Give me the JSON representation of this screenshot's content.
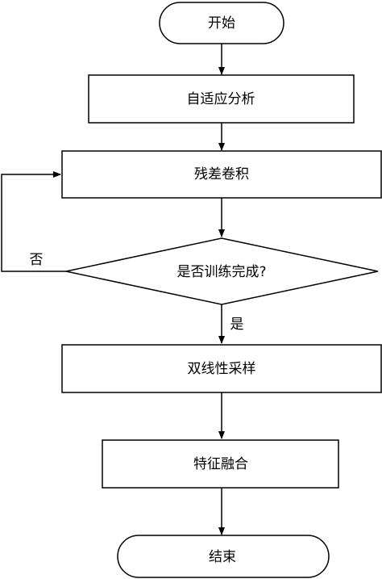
{
  "nodes": {
    "start": "开始",
    "adaptive_analysis": "自适应分析",
    "residual_conv": "残差卷积",
    "decision": "是否训练完成?",
    "bilinear_sampling": "双线性采样",
    "feature_fusion": "特征融合",
    "end": "结束"
  },
  "edges": {
    "no_label": "否",
    "yes_label": "是"
  }
}
